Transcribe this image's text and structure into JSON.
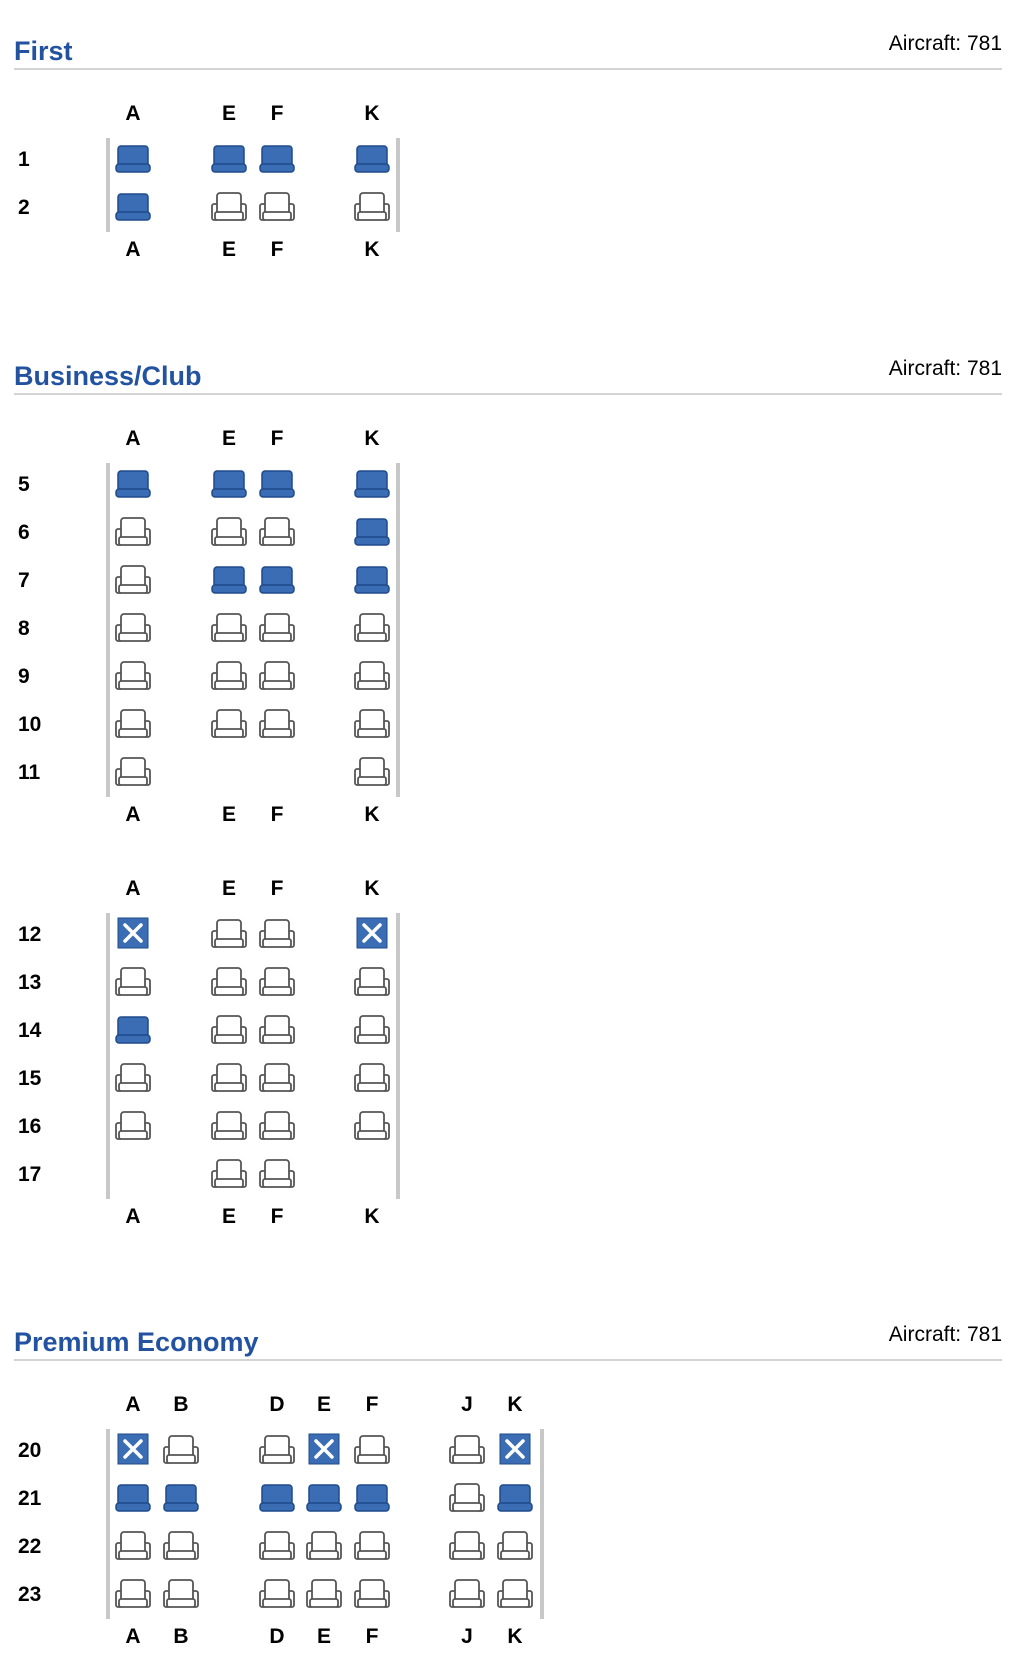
{
  "colors": {
    "title": "#2353a0",
    "occupied": "#3a6db3",
    "occupied_dark": "#1e4a8a",
    "available_outline": "#555555",
    "wall": "#c8c8c8"
  },
  "legend_icons": {
    "available": "available-seat-icon",
    "occupied": "occupied-seat-icon",
    "blocked": "blocked-seat-icon"
  },
  "sections": [
    {
      "title": "First",
      "aircraft": "Aircraft: 781",
      "blocks": [
        {
          "columns": [
            "A",
            "E",
            "F",
            "K"
          ],
          "rows": [
            {
              "number": "1",
              "seats": {
                "A": "occupied",
                "E": "occupied",
                "F": "occupied",
                "K": "occupied"
              }
            },
            {
              "number": "2",
              "seats": {
                "A": "occupied",
                "E": "available",
                "F": "available",
                "K": "available"
              }
            }
          ]
        }
      ]
    },
    {
      "title": "Business/Club",
      "aircraft": "Aircraft: 781",
      "blocks": [
        {
          "columns": [
            "A",
            "E",
            "F",
            "K"
          ],
          "rows": [
            {
              "number": "5",
              "seats": {
                "A": "occupied",
                "E": "occupied",
                "F": "occupied",
                "K": "occupied"
              }
            },
            {
              "number": "6",
              "seats": {
                "A": "available",
                "E": "available",
                "F": "available",
                "K": "occupied"
              }
            },
            {
              "number": "7",
              "seats": {
                "A": "available",
                "E": "occupied",
                "F": "occupied",
                "K": "occupied"
              }
            },
            {
              "number": "8",
              "seats": {
                "A": "available",
                "E": "available",
                "F": "available",
                "K": "available"
              }
            },
            {
              "number": "9",
              "seats": {
                "A": "available",
                "E": "available",
                "F": "available",
                "K": "available"
              }
            },
            {
              "number": "10",
              "seats": {
                "A": "available",
                "E": "available",
                "F": "available",
                "K": "available"
              }
            },
            {
              "number": "11",
              "seats": {
                "A": "available",
                "K": "available"
              }
            }
          ]
        },
        {
          "columns": [
            "A",
            "E",
            "F",
            "K"
          ],
          "rows": [
            {
              "number": "12",
              "seats": {
                "A": "blocked",
                "E": "available",
                "F": "available",
                "K": "blocked"
              }
            },
            {
              "number": "13",
              "seats": {
                "A": "available",
                "E": "available",
                "F": "available",
                "K": "available"
              }
            },
            {
              "number": "14",
              "seats": {
                "A": "occupied",
                "E": "available",
                "F": "available",
                "K": "available"
              }
            },
            {
              "number": "15",
              "seats": {
                "A": "available",
                "E": "available",
                "F": "available",
                "K": "available"
              }
            },
            {
              "number": "16",
              "seats": {
                "A": "available",
                "E": "available",
                "F": "available",
                "K": "available"
              }
            },
            {
              "number": "17",
              "seats": {
                "E": "available",
                "F": "available"
              }
            }
          ]
        }
      ]
    },
    {
      "title": "Premium Economy",
      "aircraft": "Aircraft: 781",
      "blocks": [
        {
          "columns": [
            "A",
            "B",
            "D",
            "E",
            "F",
            "J",
            "K"
          ],
          "rows": [
            {
              "number": "20",
              "seats": {
                "A": "blocked",
                "B": "available",
                "D": "available",
                "E": "blocked",
                "F": "available",
                "J": "available",
                "K": "blocked"
              }
            },
            {
              "number": "21",
              "seats": {
                "A": "occupied",
                "B": "occupied",
                "D": "occupied",
                "E": "occupied",
                "F": "occupied",
                "J": "available",
                "K": "occupied"
              }
            },
            {
              "number": "22",
              "seats": {
                "A": "available",
                "B": "available",
                "D": "available",
                "E": "available",
                "F": "available",
                "J": "available",
                "K": "available"
              }
            },
            {
              "number": "23",
              "seats": {
                "A": "available",
                "B": "available",
                "D": "available",
                "E": "available",
                "F": "available",
                "J": "available",
                "K": "available"
              }
            }
          ]
        }
      ]
    }
  ]
}
